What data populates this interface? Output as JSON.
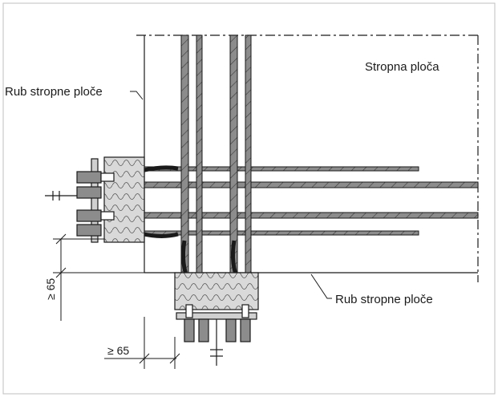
{
  "labels": {
    "slab": "Stropna ploča",
    "edge_top": "Rub stropne ploče",
    "edge_bottom": "Rub stropne ploče"
  },
  "dimensions": {
    "vertical": "≥ 65",
    "horizontal": "≥ 65"
  },
  "colors": {
    "bar_fill": "#8c8c8c",
    "insulation": "#d9d9d9",
    "line": "#1a1a1a",
    "border": "#bfbfbf"
  }
}
